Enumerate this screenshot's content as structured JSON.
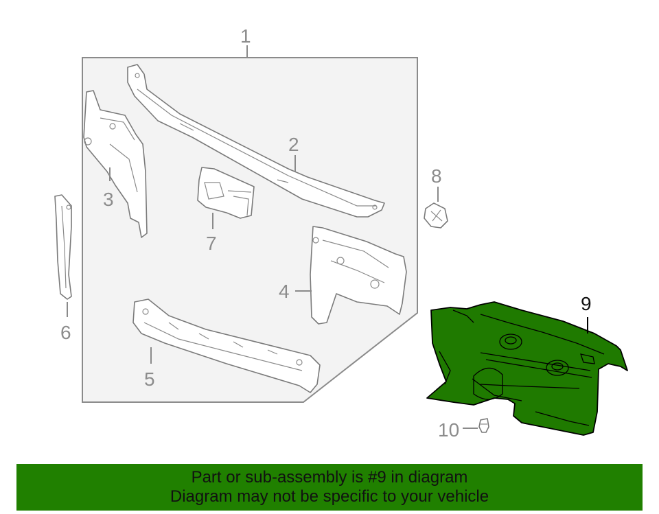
{
  "diagram": {
    "callouts": {
      "c1": "1",
      "c2": "2",
      "c3": "3",
      "c4": "4",
      "c5": "5",
      "c6": "6",
      "c7": "7",
      "c8": "8",
      "c9": "9",
      "c10": "10"
    },
    "highlight_color": "#208000",
    "highlighted_part": "9"
  },
  "banner": {
    "line1": "Part or sub-assembly is #9 in diagram",
    "line2": "Diagram may not be specific to your vehicle",
    "background": "#208000"
  }
}
